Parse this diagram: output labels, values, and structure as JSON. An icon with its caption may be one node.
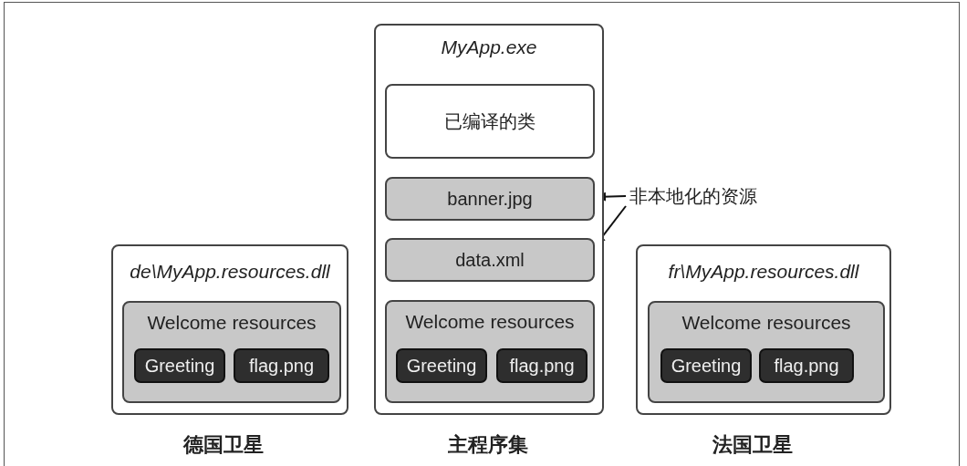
{
  "diagram": {
    "nodes": [
      {
        "text": [
          "de\\MyApp.resources.dll"
        ],
        "beside": [
          "德国卫星"
        ]
      },
      {
        "text": [
          "Welcome resources"
        ],
        "in": 0
      },
      {
        "text": [
          "Greeting"
        ],
        "in": 1
      },
      {
        "text": [
          "flag.png"
        ],
        "in": 1
      },
      {
        "text": [
          "MyApp.exe"
        ],
        "beside": [
          "主程序集"
        ]
      },
      {
        "text": [
          "已编译的类"
        ],
        "in": 4
      },
      {
        "text": [
          "banner.jpg"
        ],
        "in": 4
      },
      {
        "text": [
          "data.xml"
        ],
        "in": 4
      },
      {
        "text": [
          "Welcome resources"
        ],
        "in": 4
      },
      {
        "text": [
          "Greeting"
        ],
        "in": 8
      },
      {
        "text": [
          "flag.png"
        ],
        "in": 8
      },
      {
        "text": [
          "非本地化的资源"
        ]
      },
      {
        "text": [
          "fr\\MyApp.resources.dll"
        ],
        "beside": [
          "法国卫星"
        ]
      },
      {
        "text": [
          "Welcome resources"
        ],
        "in": 12
      },
      {
        "text": [
          "Greeting"
        ],
        "in": 13
      },
      {
        "text": [
          "flag.png"
        ],
        "in": 13
      }
    ],
    "edges": [
      {
        "from": 11,
        "to": 6,
        "arrow": "to"
      },
      {
        "from": 11,
        "to": 7,
        "arrow": "to"
      }
    ]
  }
}
